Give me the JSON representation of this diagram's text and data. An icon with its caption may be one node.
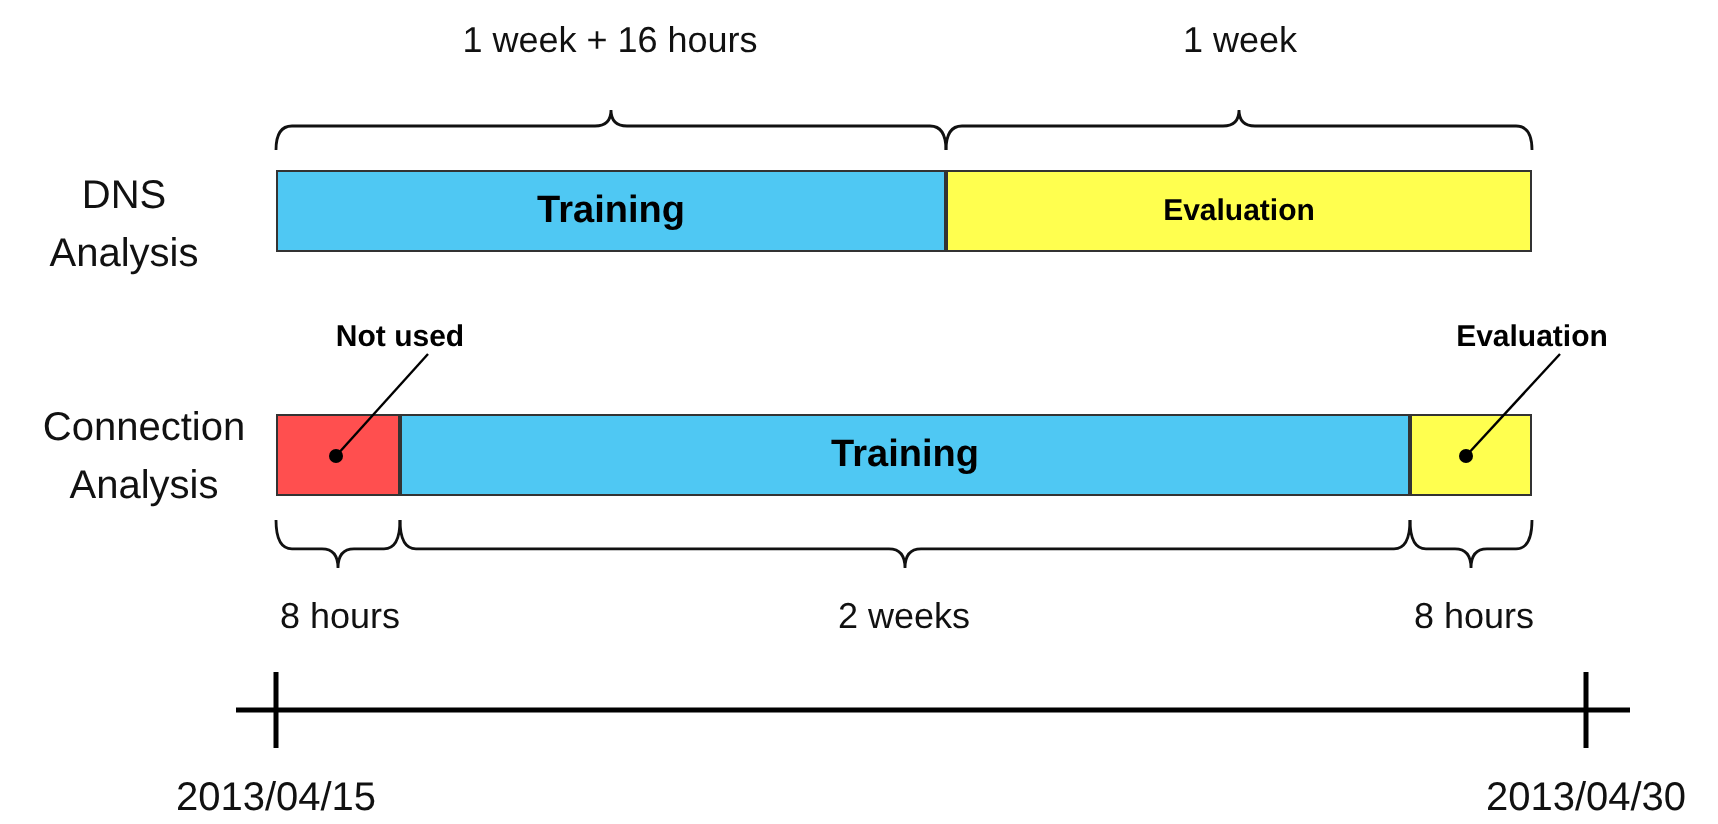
{
  "diagram": {
    "nodes": [
      {
        "text": [
          "Training"
        ]
      },
      {
        "text": [
          "Evaluation"
        ]
      },
      {
        "text": [
          "Not used"
        ]
      },
      {
        "text": [
          "Evaluation"
        ]
      },
      {
        "text": [],
        "shape": "box"
      },
      {
        "text": [
          "Training"
        ]
      },
      {
        "text": [],
        "shape": "box"
      }
    ],
    "edges": [
      {
        "from": 2,
        "to": 4,
        "arrow": "other"
      },
      {
        "from": 3,
        "to": 6,
        "arrow": "other"
      }
    ],
    "labels": [
      "1 week + 16 hours",
      "1 week",
      "DNS Analysis",
      "Connection Analysis",
      "8 hours",
      "2 weeks",
      "8 hours",
      "2013/04/15",
      "2013/04/30"
    ]
  }
}
